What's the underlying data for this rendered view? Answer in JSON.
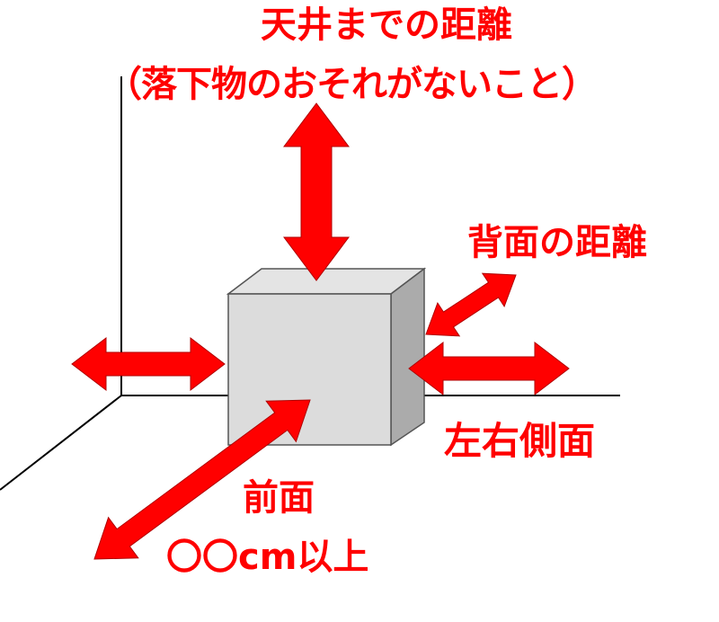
{
  "labels": {
    "ceiling_title": "天井までの距離",
    "ceiling_note": "（落下物のおそれがないこと）",
    "back": "背面の距離",
    "sides": "左右側面",
    "front": "前面",
    "front_distance": "〇〇cm以上"
  },
  "colors": {
    "arrow": "#ff0000",
    "box_front": "#dcdcdc",
    "box_top": "#e4e4e4",
    "box_side": "#ababab",
    "line": "#000000"
  }
}
